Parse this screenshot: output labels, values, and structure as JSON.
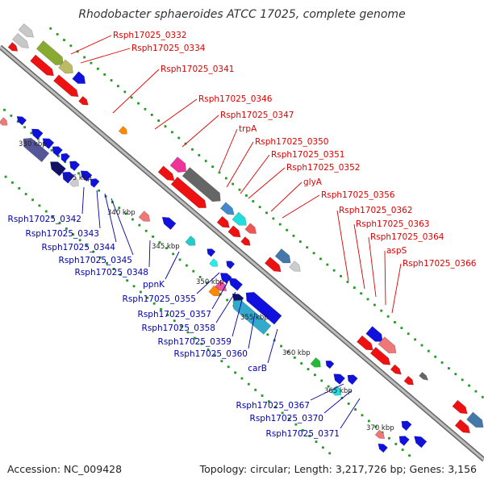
{
  "title": "Rhodobacter sphaeroides ATCC 17025, complete genome",
  "footer": {
    "accession": "Accession: NC_009428",
    "summary": "Topology: circular; Length: 3,217,726 bp; Genes: 3,156"
  },
  "colors": {
    "backbone": "#888888",
    "tick": "#229922",
    "forward_label": "#dd0000",
    "reverse_label": "#0000aa"
  },
  "kbp_marks": [
    "330 kbp",
    "335 kbp",
    "340 kbp",
    "345 kbp",
    "350 kbp",
    "355 kbp",
    "360 kbp",
    "365 kbp",
    "370 kbp"
  ],
  "forward_labels": [
    "Rsph17025_0332",
    "Rsph17025_0334",
    "Rsph17025_0341",
    "Rsph17025_0346",
    "Rsph17025_0347",
    "trpA",
    "Rsph17025_0350",
    "Rsph17025_0351",
    "Rsph17025_0352",
    "glyA",
    "Rsph17025_0356",
    "Rsph17025_0362",
    "Rsph17025_0363",
    "Rsph17025_0364",
    "aspS",
    "Rsph17025_0366"
  ],
  "reverse_labels": [
    "Rsph17025_0342",
    "Rsph17025_0343",
    "Rsph17025_0344",
    "Rsph17025_0345",
    "Rsph17025_0348",
    "ppnK",
    "Rsph17025_0355",
    "Rsph17025_0357",
    "Rsph17025_0358",
    "Rsph17025_0359",
    "Rsph17025_0360",
    "carB",
    "Rsph17025_0367",
    "Rsph17025_0370",
    "Rsph17025_0371"
  ]
}
